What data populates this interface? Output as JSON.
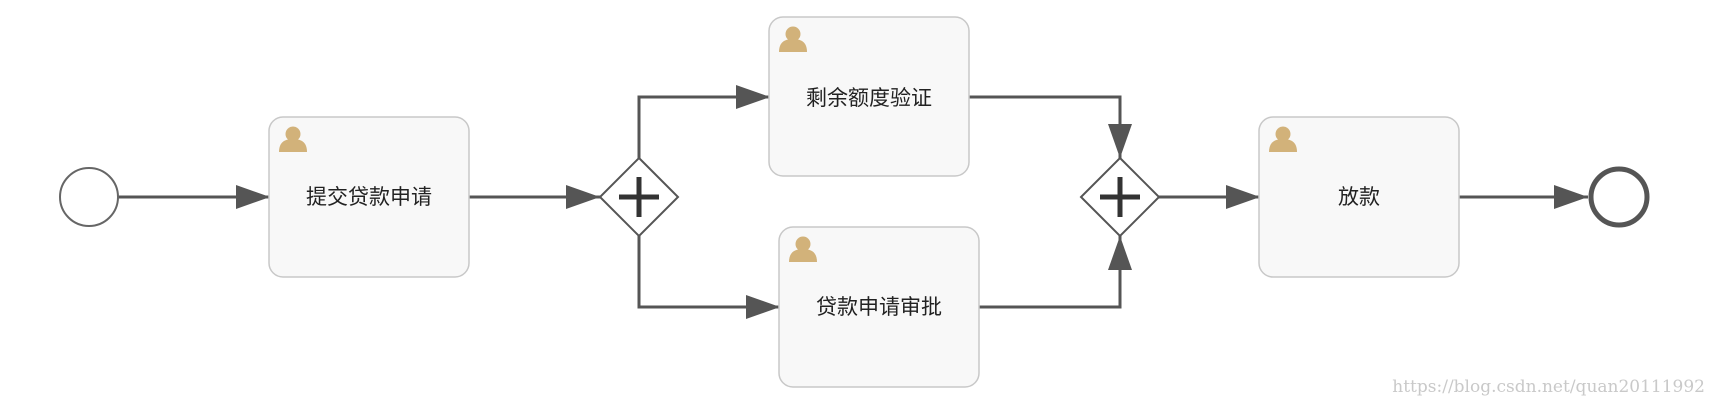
{
  "diagram": {
    "tasks": {
      "submit": "提交贷款申请",
      "quota_check": "剩余额度验证",
      "approval": "贷款申请审批",
      "disburse": "放款"
    },
    "icons": {
      "task": "user-icon",
      "gateway": "parallel-gateway-plus-icon"
    }
  },
  "watermark": "https://blog.csdn.net/quan20111992",
  "colors": {
    "line": "#555555",
    "task_fill": "#f8f8f8",
    "task_stroke": "#c8c8c8",
    "user_icon": "#d2b27a",
    "watermark": "#c9c9c9"
  }
}
